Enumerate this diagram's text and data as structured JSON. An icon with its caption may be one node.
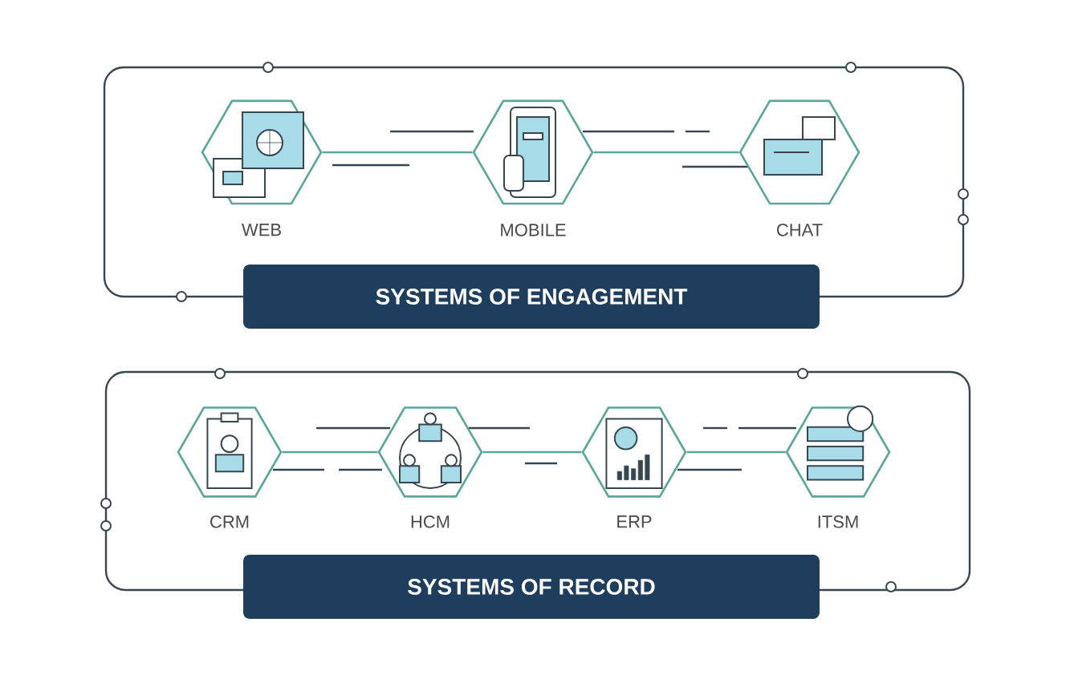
{
  "diagram": {
    "nodes": [
      {
        "text": [
          "WEB"
        ]
      },
      {
        "text": [
          "MOBILE"
        ]
      },
      {
        "text": [
          "CHAT"
        ]
      },
      {
        "text": [
          "SYSTEMS OF ENGAGEMENT"
        ]
      },
      {
        "text": [
          "CRM"
        ]
      },
      {
        "text": [
          "HCM"
        ]
      },
      {
        "text": [
          "ERP"
        ]
      },
      {
        "text": [
          "ITSM"
        ]
      },
      {
        "text": [
          "SYSTEMS OF RECORD"
        ]
      }
    ],
    "edges": [
      {
        "from": 0,
        "to": 1,
        "arrow": "none"
      },
      {
        "from": 1,
        "to": 2,
        "arrow": "none"
      },
      {
        "from": 4,
        "to": 5,
        "arrow": "none"
      },
      {
        "from": 5,
        "to": 6,
        "arrow": "none"
      },
      {
        "from": 6,
        "to": 7,
        "arrow": "none"
      }
    ]
  }
}
